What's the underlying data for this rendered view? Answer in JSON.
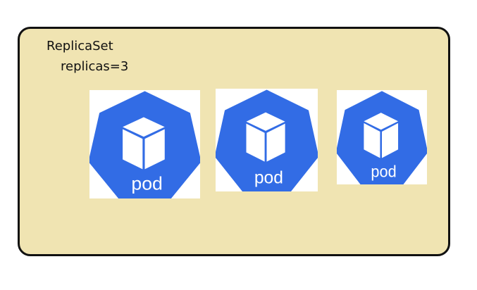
{
  "replicaset": {
    "title": "ReplicaSet",
    "replicas_label": "replicas=3"
  },
  "pods": [
    {
      "label": "pod"
    },
    {
      "label": "pod"
    },
    {
      "label": "pod"
    }
  ],
  "colors": {
    "box_fill": "#f0e4b2",
    "box_border": "#111111",
    "pod_blue": "#326ce5",
    "cube_face": "#ffffff"
  }
}
